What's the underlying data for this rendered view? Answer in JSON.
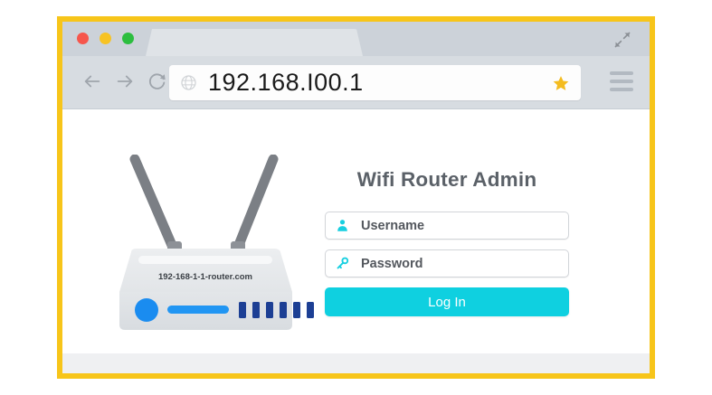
{
  "frame": {
    "border_color": "#f7c51a"
  },
  "browser": {
    "window_controls": [
      {
        "name": "close",
        "color": "#f6564c"
      },
      {
        "name": "minimize",
        "color": "#f7c324"
      },
      {
        "name": "maximize",
        "color": "#2cbe3f"
      }
    ],
    "tab": {
      "title": ""
    },
    "expand_icon": "expand-arrows-icon",
    "nav": {
      "back_icon": "arrow-left-icon",
      "forward_icon": "arrow-right-icon",
      "reload_icon": "reload-icon"
    },
    "address_bar": {
      "site_icon": "globe-icon",
      "url": "192.168.I00.1",
      "bookmark_icon": "star-icon",
      "bookmark_color": "#f4bc20"
    },
    "menu_icon": "hamburger-menu-icon"
  },
  "page": {
    "router_illustration": {
      "label": "192-168-1-1-router.com",
      "antenna_color": "#7b7f85",
      "body_color": "#e8eaec",
      "led_power_color": "#1a8cf0",
      "led_bar_color": "#2196f3",
      "led_port_color": "#1c3f94",
      "led_port_count": 6
    },
    "login": {
      "title": "Wifi Router Admin",
      "username": {
        "icon": "user-icon",
        "placeholder": "Username",
        "value": ""
      },
      "password": {
        "icon": "key-icon",
        "placeholder": "Password",
        "value": ""
      },
      "submit_label": "Log In",
      "accent_color": "#0fd0e0"
    }
  }
}
